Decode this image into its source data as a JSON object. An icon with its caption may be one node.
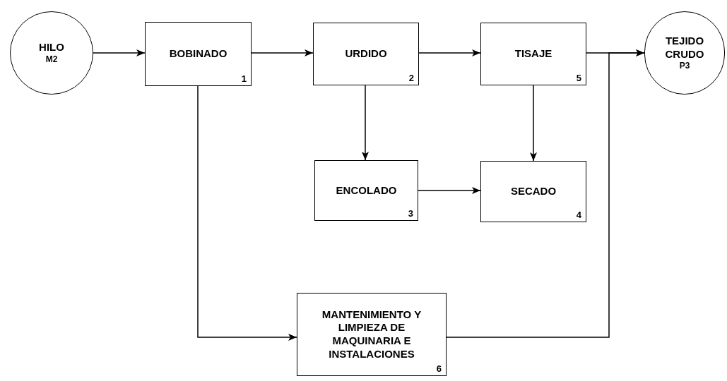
{
  "diagram": {
    "nodes": [
      {
        "text": [
          "HILO",
          "M2"
        ]
      },
      {
        "text": [
          "BOBINADO",
          "1"
        ]
      },
      {
        "text": [
          "URDIDO",
          "2"
        ]
      },
      {
        "text": [
          "TISAJE",
          "5"
        ]
      },
      {
        "text": [
          "TEJIDO CRUDO",
          "P3"
        ]
      },
      {
        "text": [
          "ENCOLADO",
          "3"
        ]
      },
      {
        "text": [
          "SECADO",
          "4"
        ]
      },
      {
        "text": [
          "MANTENIMIENTO Y LIMPIEZA DE MAQUINARIA E INSTALACIONES",
          "6"
        ]
      }
    ],
    "edges": [
      {
        "from": 0,
        "to": 1,
        "arrow": "to"
      },
      {
        "from": 1,
        "to": 2,
        "arrow": "to"
      },
      {
        "from": 2,
        "to": 3,
        "arrow": "to"
      },
      {
        "from": 3,
        "to": 4,
        "arrow": "to"
      },
      {
        "from": 7,
        "to": 4,
        "arrow": "to"
      },
      {
        "from": 2,
        "to": 5,
        "arrow": "to"
      },
      {
        "from": 3,
        "to": 6,
        "arrow": "to"
      },
      {
        "from": 5,
        "to": 6,
        "arrow": "to"
      },
      {
        "from": 1,
        "to": 7,
        "arrow": "to"
      }
    ]
  }
}
